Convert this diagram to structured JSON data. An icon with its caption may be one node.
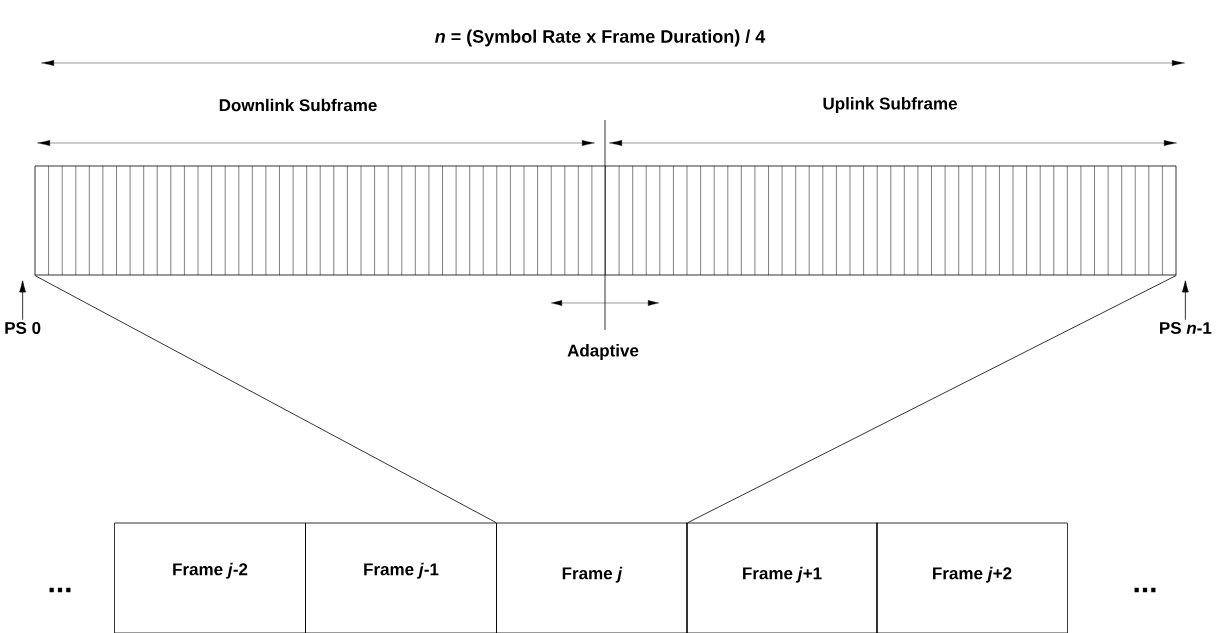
{
  "diagram": {
    "title": "*n* = (Symbol Rate x Frame Duration) / 4",
    "nodes": [
      {
        "text": [],
        "shape": "bar"
      },
      {
        "text": [
          "PS 0"
        ]
      },
      {
        "text": [
          "PS *n*-1"
        ]
      },
      {
        "text": [
          "Frame *j*-2"
        ]
      },
      {
        "text": [
          "Frame *j*-1"
        ]
      },
      {
        "text": [
          "Frame *j*"
        ]
      },
      {
        "text": [
          "Frame *j*+1"
        ]
      },
      {
        "text": [
          "Frame *j*+2"
        ]
      }
    ],
    "edges": [
      {
        "from": 1,
        "to": 0,
        "arrow": "to"
      },
      {
        "from": 2,
        "to": 0,
        "arrow": "to"
      },
      {
        "from": 0,
        "to": 5,
        "arrow": "none"
      },
      {
        "from": 0,
        "to": 5,
        "arrow": "none"
      }
    ],
    "labels": [
      "Downlink Subframe",
      "Uplink Subframe",
      "Adaptive",
      "...",
      "..."
    ]
  }
}
